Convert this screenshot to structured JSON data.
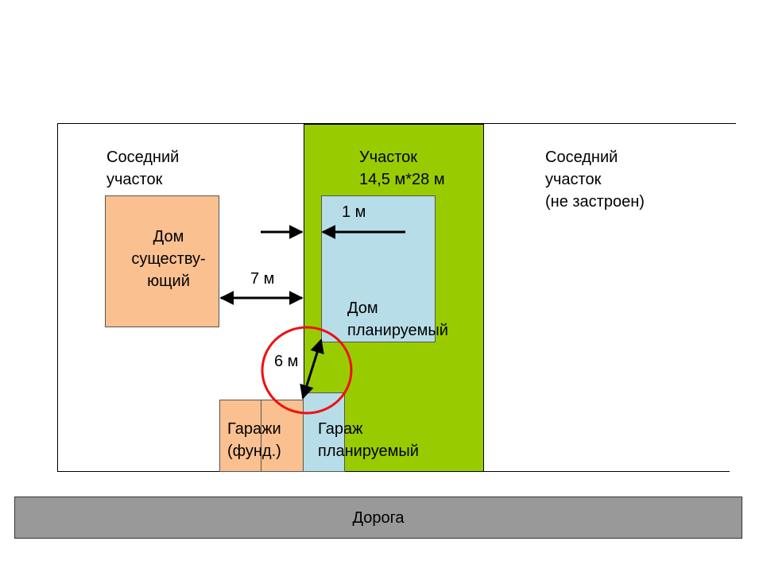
{
  "labels": {
    "neighbor_left": "Соседний\nучасток",
    "plot": "Участок\n14,5 м*28 м",
    "neighbor_right": "Соседний\nучасток\n(не застроен)",
    "house_existing": "Дом\nсуществу-\nющий",
    "house_planned": "Дом\nпланируемый",
    "garages_existing": "Гаражи\n(фунд.)",
    "garage_planned": "Гараж\nпланируемый",
    "road": "Дорога"
  },
  "dimensions": {
    "d1": "1 м",
    "d7": "7 м",
    "d6": "6 м"
  },
  "colors": {
    "plot": "#99cc00",
    "house_existing": "#fac090",
    "garages_existing": "#fac090",
    "house_planned": "#b7dde8",
    "garage_planned": "#b7dde8",
    "road": "#999999",
    "highlight_circle": "#ee1111"
  }
}
